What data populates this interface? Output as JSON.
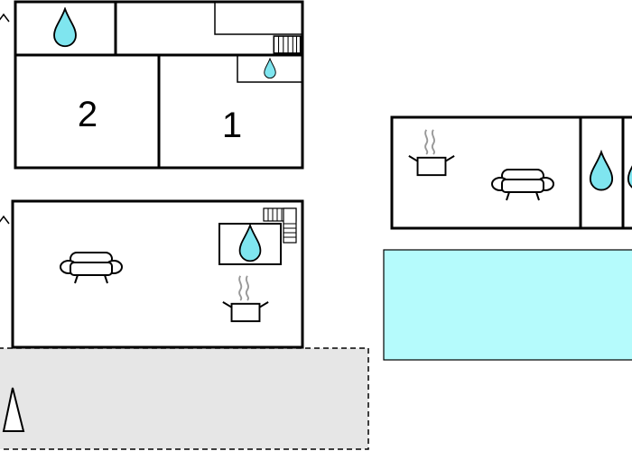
{
  "rooms": {
    "bedroom_a": {
      "number": "2"
    },
    "bedroom_b": {
      "number": "1"
    }
  },
  "icons": {
    "bathroom": "water-drop-icon",
    "kitchen": "cooking-pot-icon",
    "living": "sofa-icon",
    "stairs": "stairs-icon",
    "north": "north-arrow-icon",
    "pool": "swimming-pool"
  },
  "colors": {
    "water": "#7fe5ef",
    "pool": "#b5fbfc",
    "terrace": "#e6e6e6",
    "walls": "#000000"
  }
}
